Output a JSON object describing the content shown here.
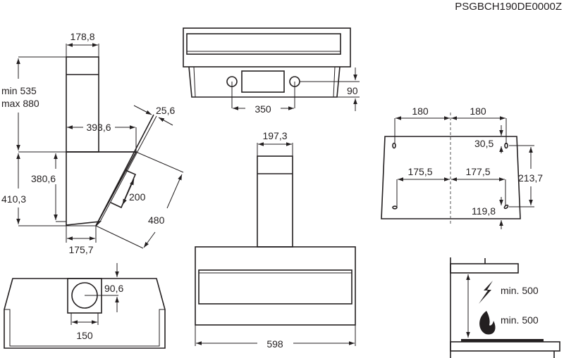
{
  "document": {
    "code": "PSGBCH190DE0000Z"
  },
  "side_view": {
    "chimney_width": "178,8",
    "chimney_height_min": "min 535",
    "chimney_height_max": "max 880",
    "depth": "393,6",
    "glass_thickness": "25,6",
    "inner_height": "380,6",
    "total_height": "410,3",
    "panel": "200",
    "diagonal": "480",
    "bottom_depth": "175,7"
  },
  "top_view": {
    "hole_spacing": "350",
    "hole_offset": "90"
  },
  "bottom_view": {
    "outlet_width": "150",
    "outlet_offset": "90,6"
  },
  "front_view": {
    "chimney_width": "197,3",
    "width": "598"
  },
  "mounting_template": {
    "top_left": "180",
    "top_right": "180",
    "top_offset": "30,5",
    "bottom_left": "175,5",
    "bottom_right": "177,5",
    "vertical": "213,7",
    "bottom_offset": "119,8"
  },
  "clearance": {
    "electric": "min. 500",
    "gas": "min. 500",
    "electric_icon": "lightning-icon",
    "gas_icon": "flame-icon"
  }
}
